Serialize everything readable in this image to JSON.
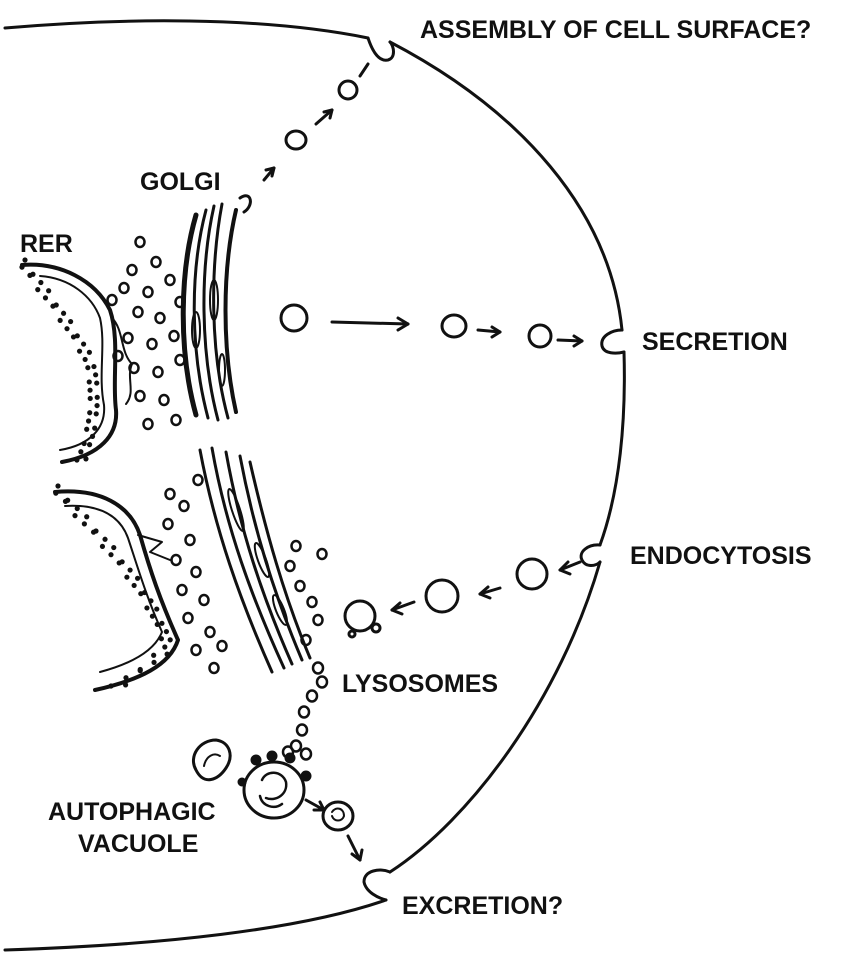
{
  "labels": {
    "assembly": "ASSEMBLY OF CELL SURFACE?",
    "golgi": "GOLGI",
    "rer": "RER",
    "secretion": "SECRETION",
    "endocytosis": "ENDOCYTOSIS",
    "lysosomes": "LYSOSOMES",
    "autophagic_line1": "AUTOPHAGIC",
    "autophagic_line2": "VACUOLE",
    "excretion": "EXCRETION?"
  },
  "colors": {
    "ink": "#111111",
    "background": "#ffffff"
  }
}
